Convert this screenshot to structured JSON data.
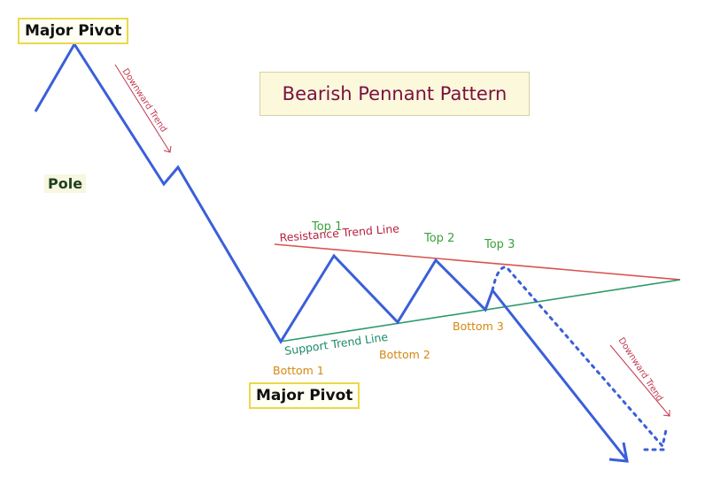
{
  "title": "Bearish Pennant Pattern",
  "labels": {
    "major_pivot_top": "Major Pivot",
    "major_pivot_bottom": "Major Pivot",
    "pole": "Pole",
    "downward_trend_left": "Downward Trend",
    "downward_trend_right": "Downward Trend",
    "resistance": "Resistance Trend Line",
    "support": "Support Trend Line",
    "top1": "Top 1",
    "top2": "Top 2",
    "top3": "Top 3",
    "bottom1": "Bottom 1",
    "bottom2": "Bottom 2",
    "bottom3": "Bottom 3"
  },
  "colors": {
    "price_line": "#3a5fd9",
    "resistance": "#d9534f",
    "support": "#2e9a6a",
    "top_label": "#3aa13a",
    "bottom_label": "#d4880f",
    "trend_note": "#c0394f",
    "support_label": "#1d8a6a",
    "resistance_label": "#b8203f"
  }
}
